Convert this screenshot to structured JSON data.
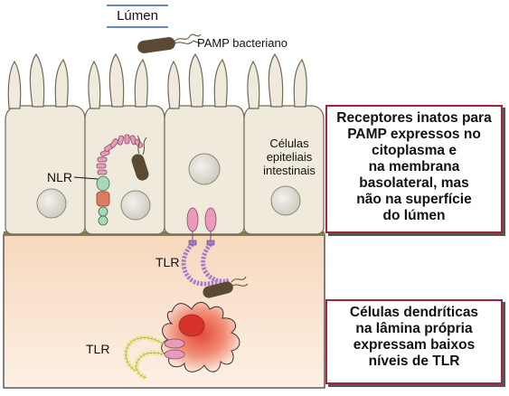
{
  "labels": {
    "lumen": "Lúmen",
    "pamp": "PAMP bacteriano",
    "cells": [
      "Células",
      "epiteliais",
      "intestinais"
    ],
    "nlr": "NLR",
    "tlr_upper": "TLR",
    "tlr_lower": "TLR"
  },
  "boxes": {
    "top": [
      "Receptores inatos para",
      "PAMP expressos no",
      "citoplasma e",
      "na membrana",
      "basolateral, mas",
      "não na superfície",
      "do lúmen"
    ],
    "bottom": [
      "Células dendríticas",
      "na lâmina própria",
      "expressam baixos",
      "níveis de TLR"
    ]
  },
  "colors": {
    "cell_fill": "#efeadb",
    "cell_stroke": "#6e6a58",
    "lamina_fill": "#fbe6d3",
    "nucleus": "#dcdad0",
    "bacterium": "#5a4a34",
    "nlr_pink": "#e99bb9",
    "nlr_green": "#a8d8b8",
    "tlr_purple": "#a57cc9",
    "tlr_yellow": "#e5e07a",
    "dendritic_red": "#e2483a",
    "box_border": "#a3263f"
  }
}
